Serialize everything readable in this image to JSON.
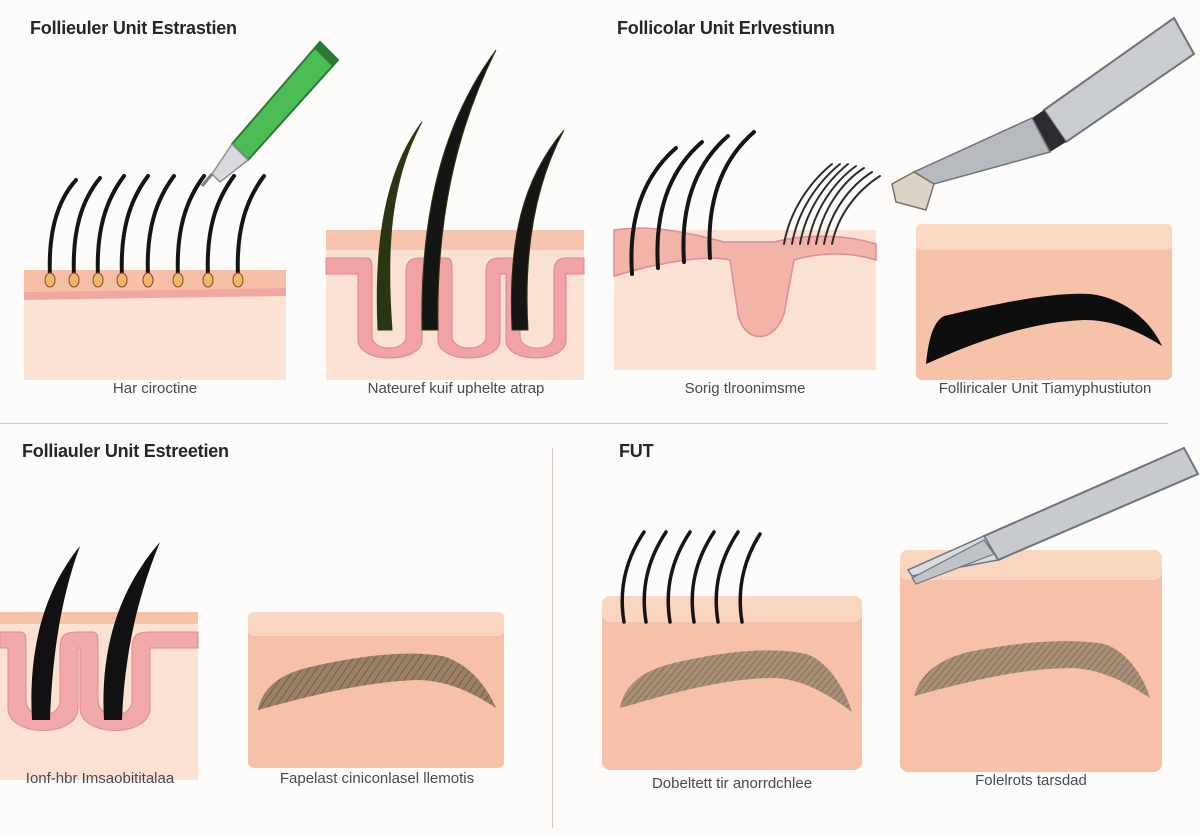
{
  "titles": {
    "top_left": "Follieuler Unit Estrastien",
    "top_right": "Follicolar Unit Erlvestiunn",
    "bottom_left": "Folliauler Unit Estreetien",
    "bottom_right": "FUT"
  },
  "captions": {
    "panel1": "Har ciroctine",
    "panel2": "Nateuref kuif uphelte atrap",
    "panel3": "Sorig tlroonimsme",
    "panel4": "Folliricaler Unit Tiamyphustiuton",
    "panel5": "Ionf-hbr Imsaobititalaa",
    "panel6": "Fapelast ciniconlasel llemotis",
    "panel7": "Dobeltett tir anorrdchlee",
    "panel8": "Folelrots tarsdad"
  },
  "colors": {
    "skin_light": "#fbe0cf",
    "skin_mid": "#f6c3aa",
    "skin_pink": "#f0a7a4",
    "hair": "#151515",
    "tool_green": "#3fae4a",
    "tool_metal": "#b9bcc2"
  }
}
